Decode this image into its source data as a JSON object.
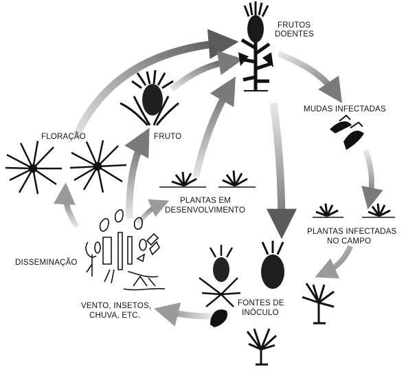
{
  "labels": {
    "frutos_doentes": [
      "FRUTOS",
      "DOENTES"
    ],
    "mudas_infectadas": [
      "MUDAS INFECTADAS"
    ],
    "plantas_infectadas": [
      "PLANTAS INFECTADAS",
      "NO CAMPO"
    ],
    "fontes_inoculo": [
      "FONTES DE",
      "INÓCULO"
    ],
    "vento": [
      "VENTO, INSETOS,",
      "CHUVA, ETC."
    ],
    "disseminacao": [
      "DISSEMINAÇÃO"
    ],
    "floracao": [
      "FLORAÇÃO"
    ],
    "fruto": [
      "FRUTO"
    ],
    "plantas_desenvolvimento": [
      "PLANTAS EM",
      "DESENVOLVIMENTO"
    ]
  },
  "colors": {
    "ink": "#111111",
    "arrow_dark": "#6e6e6e",
    "arrow_light": "#e4e4e4"
  }
}
